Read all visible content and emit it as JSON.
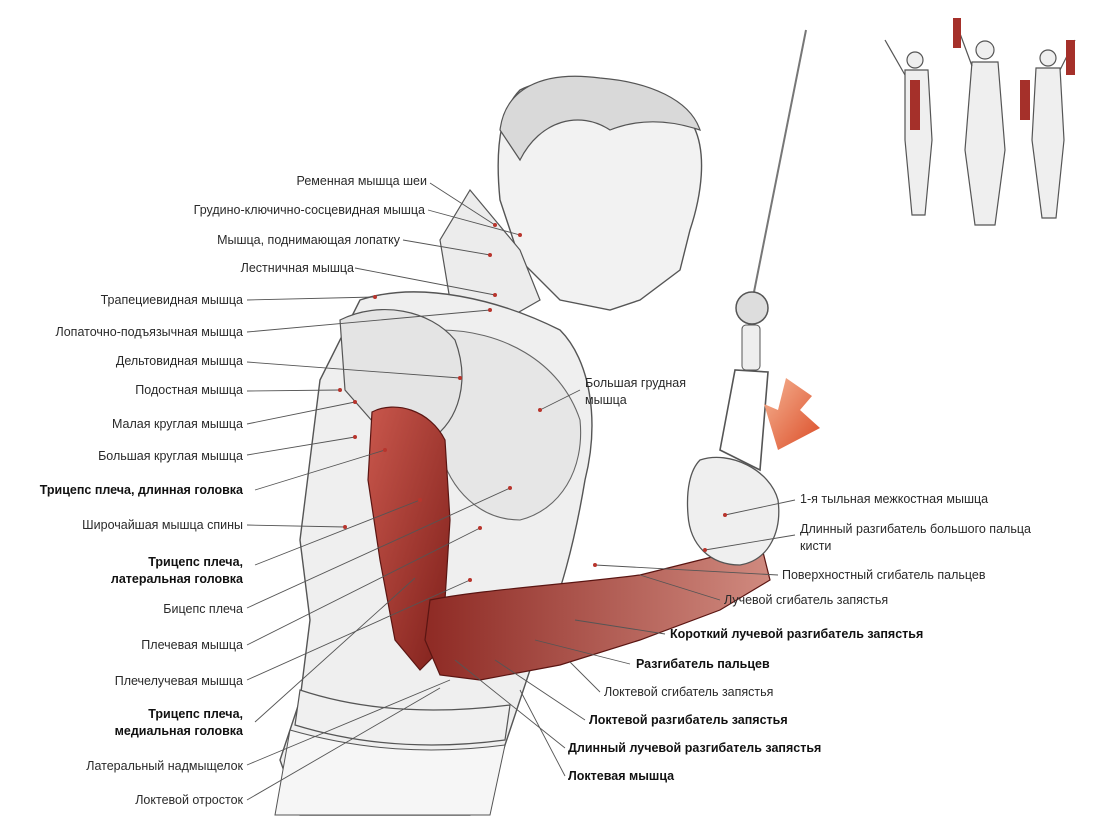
{
  "labels": {
    "splenius": "Ременная мышца шеи",
    "sternocleido": "Грудино-ключично-сосцевидная мышца",
    "levator_scapulae": "Мышца, поднимающая лопатку",
    "scalene": "Лестничная мышца",
    "trapezius": "Трапециевидная мышца",
    "omohyoid": "Лопаточно-подъязычная мышца",
    "deltoid": "Дельтовидная мышца",
    "infraspinatus": "Подостная мышца",
    "teres_minor": "Малая круглая мышца",
    "teres_major": "Большая круглая мышца",
    "triceps_long": "Трицепс плеча, длинная головка",
    "latissimus": "Широчайшая мышца спины",
    "triceps_lateral_1": "Трицепс плеча,",
    "triceps_lateral_2": "латеральная головка",
    "biceps": "Бицепс плеча",
    "brachialis": "Плечевая мышца",
    "brachioradialis": "Плечелучевая мышца",
    "triceps_medial_1": "Трицепс плеча,",
    "triceps_medial_2": "медиальная головка",
    "lateral_epicondyle": "Латеральный надмыщелок",
    "olecranon": "Локтевой отросток",
    "pectoralis_1": "Большая грудная",
    "pectoralis_2": "мышца",
    "interosseous": "1-я тыльная межкостная мышца",
    "ext_pollicis_1": "Длинный разгибатель большого пальца",
    "ext_pollicis_2": "кисти",
    "flexor_digitorum_sup": "Поверхностный сгибатель пальцев",
    "flexor_carpi_radialis": "Лучевой сгибатель запястья",
    "ecr_brevis": "Короткий лучевой разгибатель запястья",
    "ext_digitorum": "Разгибатель пальцев",
    "flexor_carpi_ulnaris": "Локтевой сгибатель запястья",
    "ext_carpi_ulnaris": "Локтевой разгибатель запястья",
    "ecr_longus": "Длинный лучевой разгибатель запястья",
    "anconeus": "Локтевая мышца"
  },
  "colors": {
    "highlight_muscle": "#a5302a",
    "leader_line": "#444444",
    "arrow": "#e05a2c",
    "sketch": "#555555"
  }
}
